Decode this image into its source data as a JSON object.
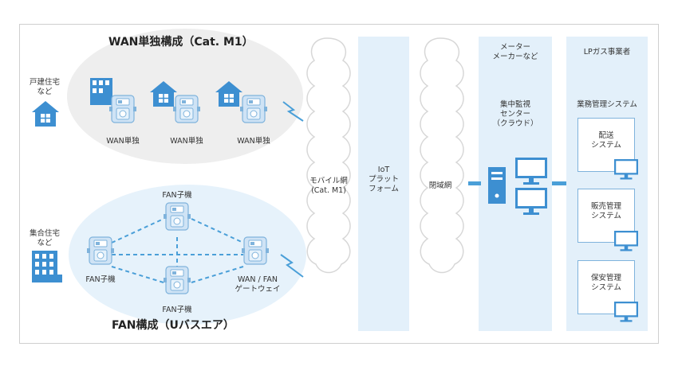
{
  "wan_section": {
    "title": "WAN単独構成（Cat. M1）",
    "house_label_line1": "戸建住宅",
    "house_label_line2": "など",
    "meter_labels": [
      "WAN単独",
      "WAN単独",
      "WAN単独"
    ]
  },
  "fan_section": {
    "title": "FAN構成（Uバスエア）",
    "building_label_line1": "集合住宅",
    "building_label_line2": "など",
    "meter_top_label": "FAN子機",
    "meter_left_label": "FAN子機",
    "meter_bottom_label": "FAN子機",
    "gateway_label_line1": "WAN / FAN",
    "gateway_label_line2": "ゲートウェイ"
  },
  "networks": {
    "mobile_line1": "モバイル網",
    "mobile_line2": "(Cat. M1)",
    "iot_line1": "IoT",
    "iot_line2": "プラット",
    "iot_line3": "フォーム",
    "closed": "閉域網"
  },
  "meter_maker": {
    "header_line1": "メーター",
    "header_line2": "メーカーなど",
    "center_line1": "集中監視",
    "center_line2": "センター",
    "center_line3": "（クラウド）"
  },
  "lp_gas": {
    "header": "LPガス事業者",
    "system_title": "業務管理システム",
    "systems": [
      {
        "line1": "配送",
        "line2": "システム"
      },
      {
        "line1": "販売管理",
        "line2": "システム"
      },
      {
        "line1": "保安管理",
        "line2": "システム"
      }
    ]
  },
  "colors": {
    "accent": "#4a9fd8",
    "light_blue": "#e3f0fa",
    "icon_blue": "#3d8fd1",
    "meter_fill": "#cfe3f5"
  }
}
